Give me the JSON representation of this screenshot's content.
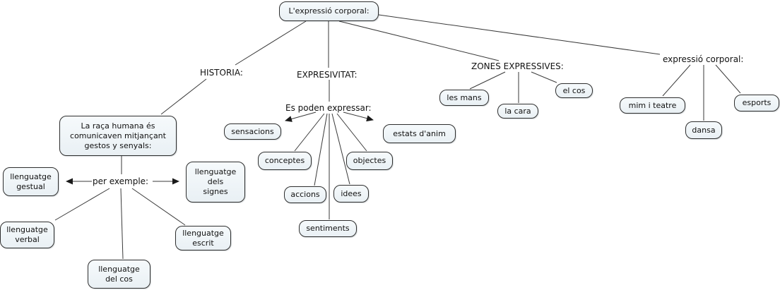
{
  "diagram": {
    "root": "L'expressió corporal:",
    "links": {
      "historia": "HISTORIA:",
      "expresivitat": "EXPRESIVITAT:",
      "zones_expressives": "ZONES EXPRESSIVES:",
      "expressio_corporal": "expressió corporal:",
      "es_poden_expressar": "Es poden expressar:",
      "per_exemple": "per exemple:"
    },
    "concepts": {
      "la_raca": "La raça humana és\ncomunicaven mitjançant\ngestos y senyals:",
      "llenguatge_gestual": "llenguatge\ngestual",
      "llenguatge_dels_signes": "llenguatge\ndels\nsignes",
      "llenguatge_verbal": "llenguatge\nverbal",
      "llenguatge_escrit": "llenguatge\nescrit",
      "llenguatge_del_cos": "llenguatge\ndel cos",
      "sensacions": "sensacions",
      "conceptes": "conceptes",
      "objectes": "objectes",
      "accions": "accions",
      "idees": "idees",
      "sentiments": "sentiments",
      "estats_danim": "estats d'anim",
      "les_mans": "les mans",
      "la_cara": "la cara",
      "el_cos": "el cos",
      "mim_i_teatre": "mim i teatre",
      "dansa": "dansa",
      "esports": "esports"
    },
    "structure": {
      "root": "L'expressió corporal:",
      "branches": [
        {
          "link": "HISTORIA:",
          "concept": "La raça humana és comunicaven mitjançant gestos y senyals:",
          "sub_link": "per exemple:",
          "children": [
            "llenguatge gestual",
            "llenguatge dels signes",
            "llenguatge verbal",
            "llenguatge escrit",
            "llenguatge del cos"
          ]
        },
        {
          "link": "EXPRESIVITAT:",
          "sub_link": "Es poden expressar:",
          "children": [
            "sensacions",
            "conceptes",
            "accions",
            "sentiments",
            "idees",
            "objectes",
            "estats d'anim"
          ]
        },
        {
          "link": "ZONES EXPRESSIVES:",
          "children": [
            "les mans",
            "la cara",
            "el cos"
          ]
        },
        {
          "link": "expressió corporal:",
          "children": [
            "mim i teatre",
            "dansa",
            "esports"
          ]
        }
      ]
    },
    "colors": {
      "background": "#ffffff",
      "node_fill_top": "#f6fafc",
      "node_fill_bottom": "#e9f0f4",
      "node_border": "#2e2e2e",
      "connector": "#3a3a3a",
      "text": "#111111"
    }
  }
}
